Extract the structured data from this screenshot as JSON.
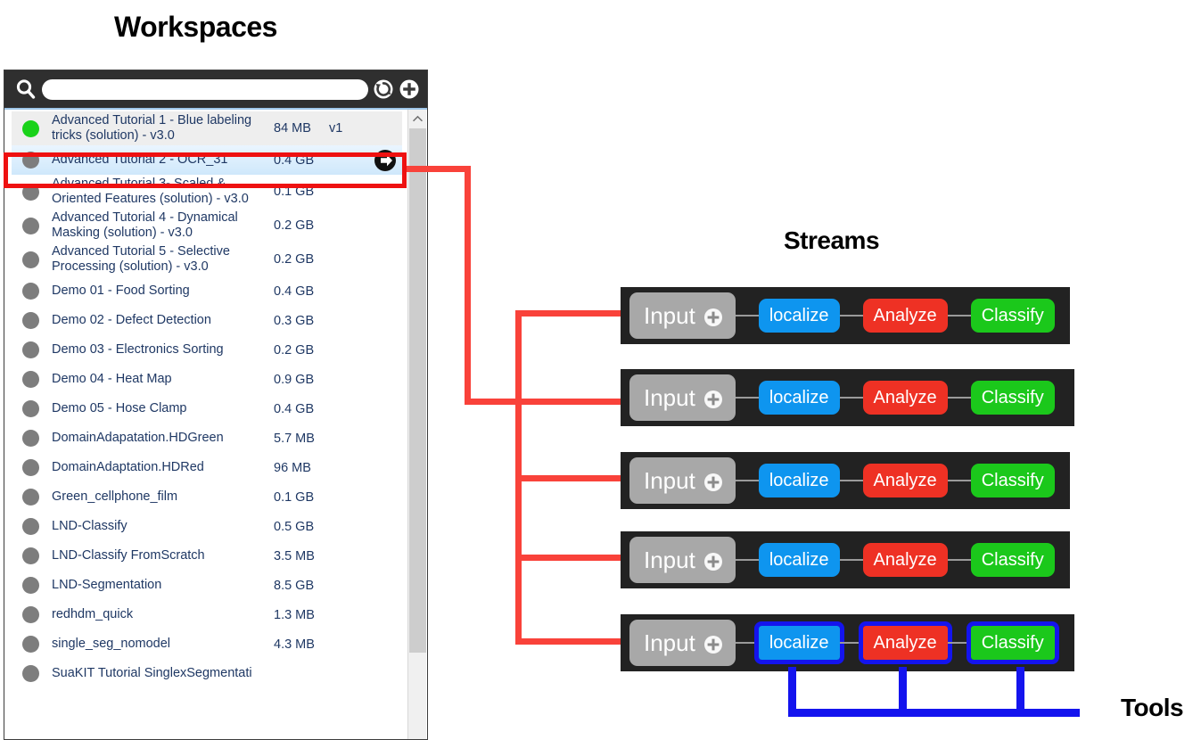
{
  "headings": {
    "workspaces": "Workspaces",
    "streams": "Streams",
    "tools": "Tools"
  },
  "search": {
    "value": "",
    "placeholder": "",
    "icons": [
      "search-icon",
      "refresh-icon",
      "add-icon"
    ]
  },
  "workspaces": {
    "columns": [
      "status",
      "name",
      "size",
      "version"
    ],
    "rows": [
      {
        "name": "Advanced Tutorial 1 - Blue labeling tricks (solution) - v3.0",
        "size": "84 MB",
        "version": "v1",
        "status": "green",
        "state": "hovered",
        "arrow": false
      },
      {
        "name": "Advanced Tutorial 2 - OCR_31",
        "size": "0.4 GB",
        "version": "",
        "status": "gray",
        "state": "selected",
        "arrow": true
      },
      {
        "name": "Advanced Tutorial 3- Scaled & Oriented Features (solution) - v3.0",
        "size": "0.1 GB",
        "version": "",
        "status": "gray",
        "state": "normal",
        "arrow": false
      },
      {
        "name": "Advanced Tutorial 4 - Dynamical Masking (solution) - v3.0",
        "size": "0.2 GB",
        "version": "",
        "status": "gray",
        "state": "normal",
        "arrow": false
      },
      {
        "name": "Advanced Tutorial 5 - Selective Processing  (solution) - v3.0",
        "size": "0.2 GB",
        "version": "",
        "status": "gray",
        "state": "normal",
        "arrow": false
      },
      {
        "name": "Demo 01 - Food Sorting",
        "size": "0.4 GB",
        "version": "",
        "status": "gray",
        "state": "normal",
        "arrow": false
      },
      {
        "name": "Demo 02 - Defect Detection",
        "size": "0.3 GB",
        "version": "",
        "status": "gray",
        "state": "normal",
        "arrow": false
      },
      {
        "name": "Demo 03 - Electronics Sorting",
        "size": "0.2 GB",
        "version": "",
        "status": "gray",
        "state": "normal",
        "arrow": false
      },
      {
        "name": "Demo 04 - Heat Map",
        "size": "0.9 GB",
        "version": "",
        "status": "gray",
        "state": "normal",
        "arrow": false
      },
      {
        "name": "Demo 05 - Hose Clamp",
        "size": "0.4 GB",
        "version": "",
        "status": "gray",
        "state": "normal",
        "arrow": false
      },
      {
        "name": "DomainAdapatation.HDGreen",
        "size": "5.7 MB",
        "version": "",
        "status": "gray",
        "state": "normal",
        "arrow": false
      },
      {
        "name": "DomainAdaptation.HDRed",
        "size": "96 MB",
        "version": "",
        "status": "gray",
        "state": "normal",
        "arrow": false
      },
      {
        "name": "Green_cellphone_film",
        "size": "0.1 GB",
        "version": "",
        "status": "gray",
        "state": "normal",
        "arrow": false
      },
      {
        "name": "LND-Classify",
        "size": "0.5 GB",
        "version": "",
        "status": "gray",
        "state": "normal",
        "arrow": false
      },
      {
        "name": "LND-Classify FromScratch",
        "size": "3.5 MB",
        "version": "",
        "status": "gray",
        "state": "normal",
        "arrow": false
      },
      {
        "name": "LND-Segmentation",
        "size": "8.5 GB",
        "version": "",
        "status": "gray",
        "state": "normal",
        "arrow": false
      },
      {
        "name": "redhdm_quick",
        "size": "1.3 MB",
        "version": "",
        "status": "gray",
        "state": "normal",
        "arrow": false
      },
      {
        "name": "single_seg_nomodel",
        "size": "4.3 MB",
        "version": "",
        "status": "gray",
        "state": "normal",
        "arrow": false
      },
      {
        "name": "SuaKIT Tutorial SinglexSegmentati",
        "size": "",
        "version": "",
        "status": "gray",
        "state": "normal",
        "arrow": false
      }
    ]
  },
  "streams": {
    "node_labels": {
      "input": "Input",
      "localize": "localize",
      "analyze": "Analyze",
      "classify": "Classify"
    },
    "rows": [
      {
        "highlighted": false
      },
      {
        "highlighted": false
      },
      {
        "highlighted": false
      },
      {
        "highlighted": false
      },
      {
        "highlighted": true
      }
    ]
  },
  "colors": {
    "selection_red": "#ee1111",
    "connector_red": "#f9423a",
    "tool_blue": "#1414ee",
    "node_localize": "#0e95ef",
    "node_analyze": "#ee3124",
    "node_classify": "#1bc81b",
    "node_input": "#a8a8a8",
    "status_green": "#19d219",
    "status_gray": "#7d7d7d",
    "panel_dark": "#222222"
  }
}
